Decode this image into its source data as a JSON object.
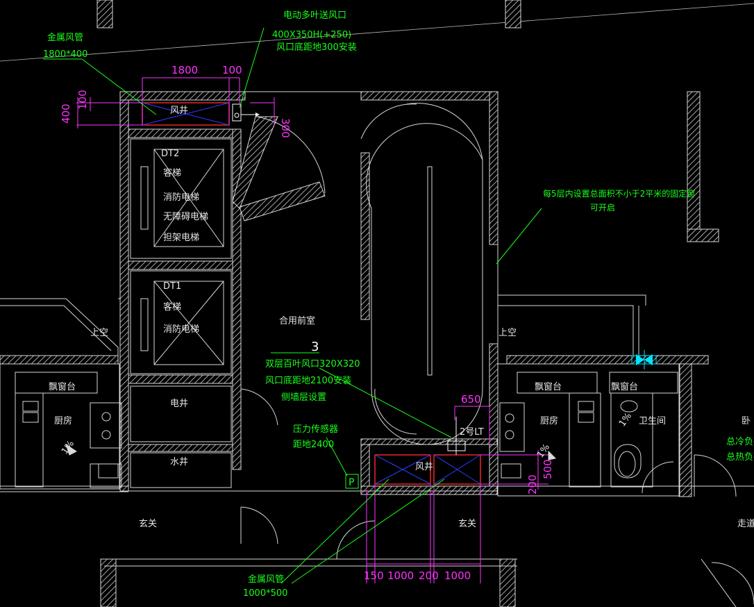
{
  "colors": {
    "background": "#000000",
    "wall": "#d9d9d9",
    "annotation": "#19ff19",
    "dimension": "#ff33ff",
    "duct_outline": "#ff2a2a",
    "duct_cross": "#2a3cff",
    "valve": "#00e5ff"
  },
  "annotations": {
    "metal_duct_top": "金属风管",
    "metal_duct_top_size": "1800*400",
    "motor_louver": "电动多叶送风口",
    "motor_louver_size": "400X350H(+250)",
    "motor_louver_note": "风口底距地300安装",
    "fixed_window_note": "每5层内设置总面积不小于2平米的固定窗",
    "fixed_window_note2": "可开启",
    "double_louver_index": "3",
    "double_louver": "双层百叶风口320X320",
    "double_louver_note": "风口底距地2100安装",
    "double_louver_note2": "侧墙层设置",
    "pressure_sensor": "压力传感器",
    "pressure_sensor_note": "距地2400",
    "metal_duct_bottom": "金属风管",
    "metal_duct_bottom_size": "1000*500",
    "right_note1": "总冷负荷:",
    "right_note2": "总热负荷:"
  },
  "dimensions": {
    "top_1800": "1800",
    "top_100": "100",
    "left_400": "400",
    "left_100": "100",
    "top_300": "300",
    "right_650": "650",
    "right_500": "500",
    "right_200": "200",
    "bottom_150": "150",
    "bottom_1000a": "1000",
    "bottom_200": "200",
    "bottom_1000b": "1000"
  },
  "rooms": {
    "shaft_top": "风井",
    "shaft_bottom": "风井",
    "dt2": "DT2",
    "guest_lift": "客梯",
    "fire_lift": "消防电梯",
    "barrier_free_lift": "无障碍电梯",
    "stretcher_lift": "担架电梯",
    "dt1": "DT1",
    "guest_lift2": "客梯",
    "fire_lift2": "消防电梯",
    "shared_lobby": "合用前室",
    "elec_shaft": "电井",
    "water_shaft": "水井",
    "void_left": "上空",
    "void_right": "上空",
    "bay_window_left": "飘窗台",
    "kitchen_left": "厨房",
    "entry_left": "玄关",
    "bay_window_right": "飘窗台",
    "kitchen_right": "厨房",
    "bay_window_right2": "飘窗台",
    "bathroom": "卫生间",
    "entry_right": "玄关",
    "stair_label": "2号LT",
    "pressure_tag": "P",
    "slope_left": "1%",
    "slope_right": "1%",
    "slope_bath": "1%",
    "bedroom": "卧",
    "corridor": "走道"
  }
}
